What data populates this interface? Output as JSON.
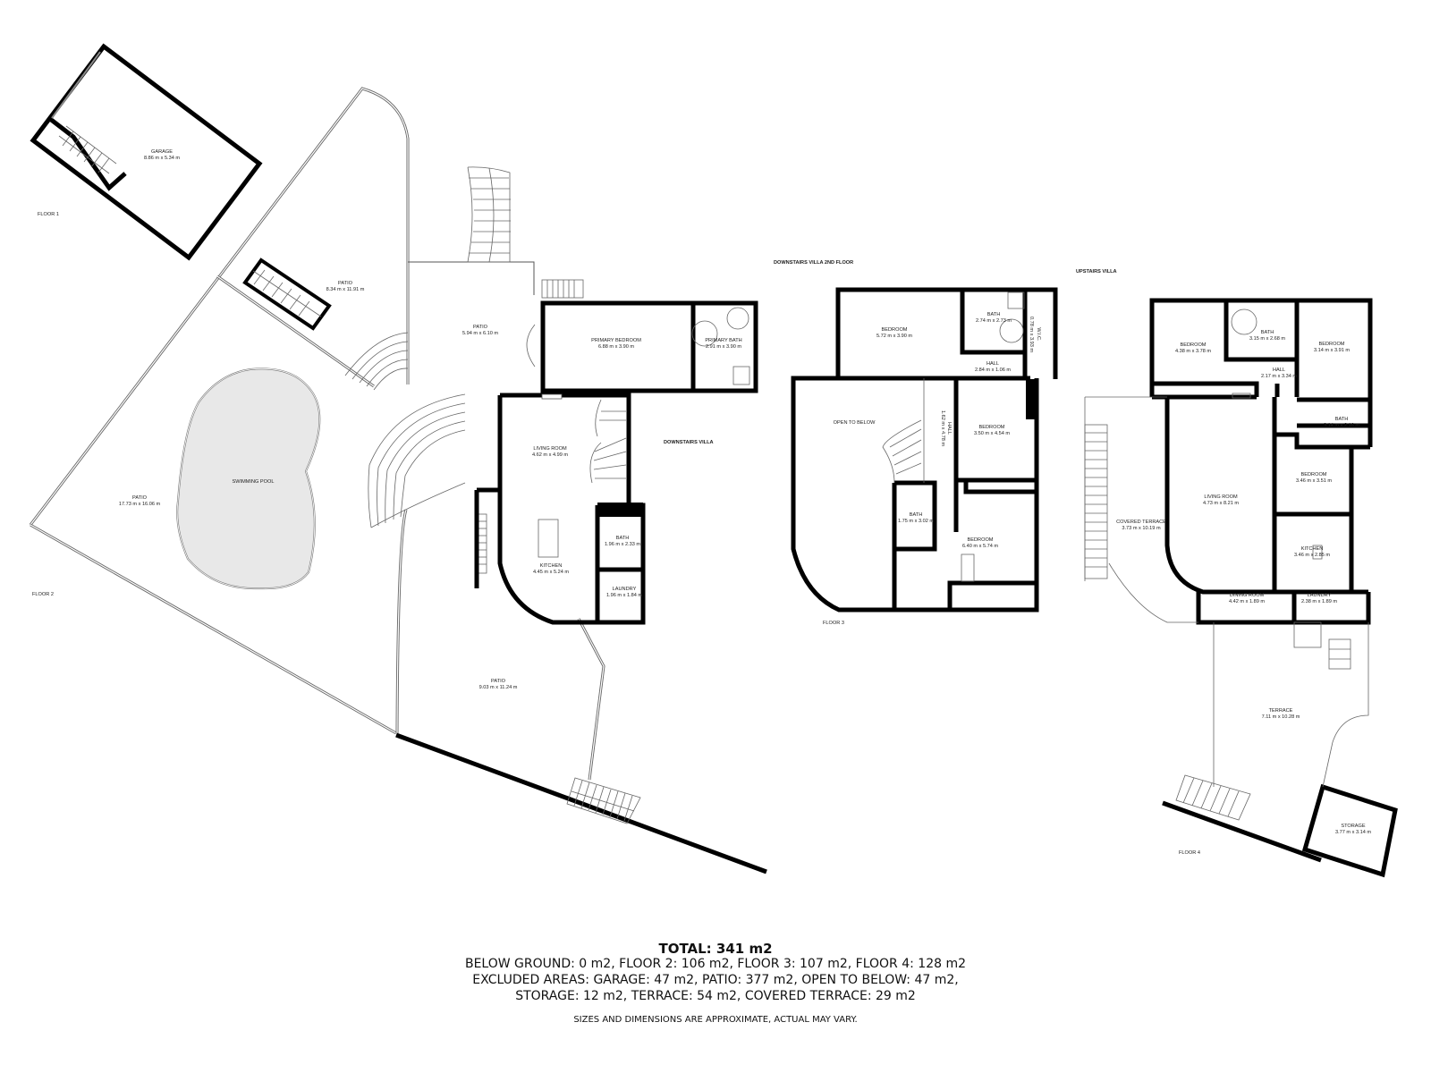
{
  "floors": {
    "floor1": {
      "label": "FLOOR 1"
    },
    "floor2": {
      "label": "FLOOR 2"
    },
    "floor3": {
      "label": "FLOOR 3"
    },
    "floor4": {
      "label": "FLOOR 4"
    }
  },
  "section_titles": {
    "downstairs_villa": "DOWNSTAIRS VILLA",
    "downstairs_villa_2nd": "DOWNSTAIRS VILLA 2ND FLOOR",
    "upstairs_villa": "UPSTAIRS VILLA"
  },
  "rooms": {
    "garage": {
      "name": "GARAGE",
      "size": "8.86 m x 5.34 m"
    },
    "patio_upper": {
      "name": "PATIO",
      "size": "8.34 m x 11.91 m"
    },
    "patio_mid": {
      "name": "PATIO",
      "size": "5.94 m x 6.10 m"
    },
    "patio_pool": {
      "name": "PATIO",
      "size": "17.73 m x 16.06 m"
    },
    "swimming_pool": {
      "name": "SWIMMING POOL"
    },
    "patio_lower": {
      "name": "PATIO",
      "size": "9.03 m x 11.24 m"
    },
    "primary_bedroom": {
      "name": "PRIMARY BEDROOM",
      "size": "6.88 m x 3.90 m"
    },
    "primary_bath": {
      "name": "PRIMARY BATH",
      "size": "2.91 m x 3.90 m"
    },
    "living_room_f2": {
      "name": "LIVING ROOM",
      "size": "4.62 m x 4.99 m"
    },
    "kitchen_f2": {
      "name": "KITCHEN",
      "size": "4.45 m x 5.24 m"
    },
    "bath_f2": {
      "name": "BATH",
      "size": "1.96 m x 2.33 m"
    },
    "laundry_f2": {
      "name": "LAUNDRY",
      "size": "1.96 m x 1.84 m"
    },
    "bedroom_f3_a": {
      "name": "BEDROOM",
      "size": "5.72 m x 3.90 m"
    },
    "bath_f3_a": {
      "name": "BATH",
      "size": "2.74 m x 2.73 m"
    },
    "wic_f3": {
      "name": "W.I.C.",
      "size": "0.78 m x 3.93 m"
    },
    "hall_f3_a": {
      "name": "HALL",
      "size": "2.84 m x 1.06 m"
    },
    "open_to_below": {
      "name": "OPEN TO BELOW"
    },
    "hall_f3_b": {
      "name": "HALL",
      "size": "1.62 m x 4.78 m"
    },
    "bedroom_f3_b": {
      "name": "BEDROOM",
      "size": "3.50 m x 4.54 m"
    },
    "bath_f3_b": {
      "name": "BATH",
      "size": "1.75 m x 3.02 m"
    },
    "bedroom_f3_c": {
      "name": "BEDROOM",
      "size": "6.40 m x 5.74 m"
    },
    "bedroom_f4_a": {
      "name": "BEDROOM",
      "size": "4.38 m x 3.78 m"
    },
    "bath_f4_a": {
      "name": "BATH",
      "size": "3.15 m x 2.68 m"
    },
    "bedroom_f4_b": {
      "name": "BEDROOM",
      "size": "3.14 m x 3.91 m"
    },
    "hall_f4": {
      "name": "HALL",
      "size": "2.17 m x 3.34 m"
    },
    "bath_f4_b": {
      "name": "BATH",
      "size": "3.14 m x 2.16 m"
    },
    "covered_terrace": {
      "name": "COVERED TERRACE",
      "size": "3.73 m x 10.19 m"
    },
    "living_room_f4": {
      "name": "LIVING ROOM",
      "size": "4.73 m x 8.21 m"
    },
    "bedroom_f4_c": {
      "name": "BEDROOM",
      "size": "3.46 m x 3.51 m"
    },
    "kitchen_f4": {
      "name": "KITCHEN",
      "size": "3.46 m x 2.85 m"
    },
    "dining_room": {
      "name": "DINING ROOM",
      "size": "4.42 m x 1.89 m"
    },
    "laundry_f4": {
      "name": "LAUNDRY",
      "size": "2.38 m x 1.89 m"
    },
    "terrace": {
      "name": "TERRACE",
      "size": "7.11 m x 10.28 m"
    },
    "storage": {
      "name": "STORAGE",
      "size": "3.77 m x 3.14 m"
    }
  },
  "summary": {
    "total": "TOTAL: 341 m2",
    "line1": "BELOW GROUND: 0 m2, FLOOR 2: 106 m2, FLOOR 3: 107 m2, FLOOR 4: 128 m2",
    "line2": "EXCLUDED AREAS: GARAGE: 47 m2, PATIO: 377 m2, OPEN TO BELOW: 47 m2,",
    "line3": "STORAGE: 12 m2, TERRACE: 54 m2, COVERED TERRACE: 29 m2",
    "disclaimer": "SIZES AND DIMENSIONS ARE APPROXIMATE, ACTUAL MAY VARY."
  },
  "colors": {
    "wall": "#000000",
    "pool_fill": "#e8e8e8",
    "background": "#ffffff"
  }
}
